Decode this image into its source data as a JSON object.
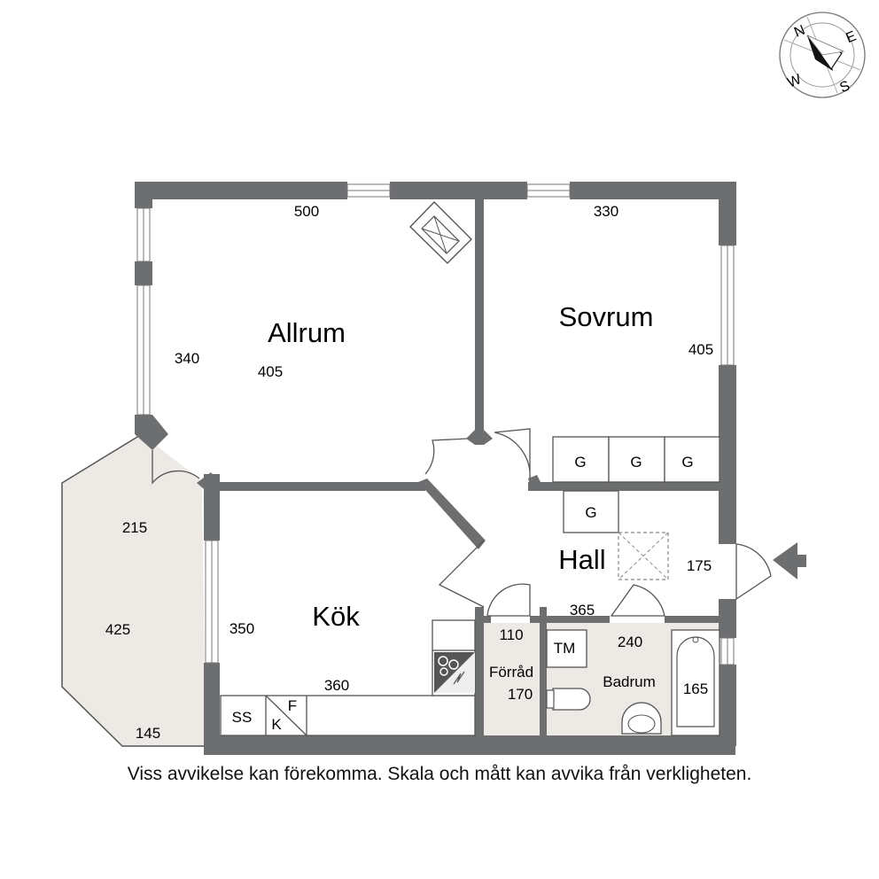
{
  "rooms": {
    "allrum": "Allrum",
    "sovrum": "Sovrum",
    "kok": "Kök",
    "hall": "Hall",
    "forrad": "Förråd",
    "badrum": "Badrum"
  },
  "dimensions": {
    "allrum_width": "500",
    "allrum_depth": "405",
    "allrum_bay": "340",
    "sovrum_width": "330",
    "sovrum_depth": "405",
    "balcony_top": "215",
    "balcony_side": "425",
    "balcony_bottom": "145",
    "kok_depth": "350",
    "kok_width": "360",
    "hall_width": "365",
    "hall_depth": "175",
    "forrad_width": "110",
    "forrad_depth": "170",
    "badrum_width": "240",
    "badrum_depth": "165"
  },
  "fixtures": {
    "wardrobe_1": "G",
    "wardrobe_2": "G",
    "wardrobe_3": "G",
    "wardrobe_hall": "G",
    "dishwasher": "SS",
    "fridge": "K",
    "freezer": "F",
    "washer": "TM"
  },
  "compass": {
    "n": "N",
    "e": "E",
    "s": "S",
    "w": "W"
  },
  "disclaimer": "Viss avvikelse kan förekomma. Skala och mått kan avvika från verkligheten.",
  "colors": {
    "wall": "#6d6e70",
    "floor_tile": "#ede9e4",
    "background": "#ffffff"
  }
}
